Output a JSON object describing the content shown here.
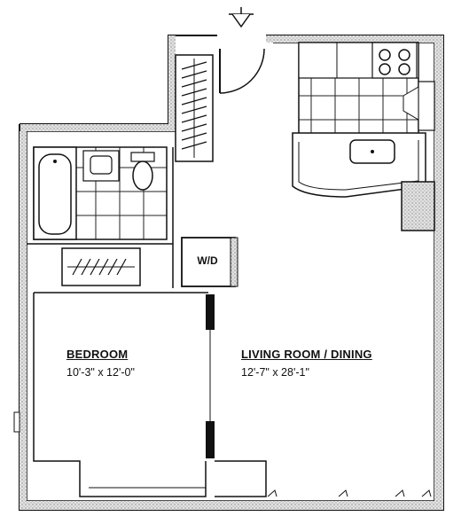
{
  "rooms": {
    "bedroom": {
      "name": "BEDROOM",
      "dims": "10'-3\" x 12'-0\""
    },
    "living": {
      "name": "LIVING ROOM / DINING",
      "dims": "12'-7\" x 28'-1\""
    },
    "laundry": {
      "name": "W/D"
    }
  },
  "icons": {
    "entry": "entry-arrow-icon",
    "sink": "sink-icon",
    "toilet": "toilet-icon",
    "bathtub": "bathtub-icon",
    "stove": "stove-icon"
  },
  "colors": {
    "line": "#111111",
    "wall_stipple": "#c8c8c8",
    "background": "#ffffff"
  }
}
